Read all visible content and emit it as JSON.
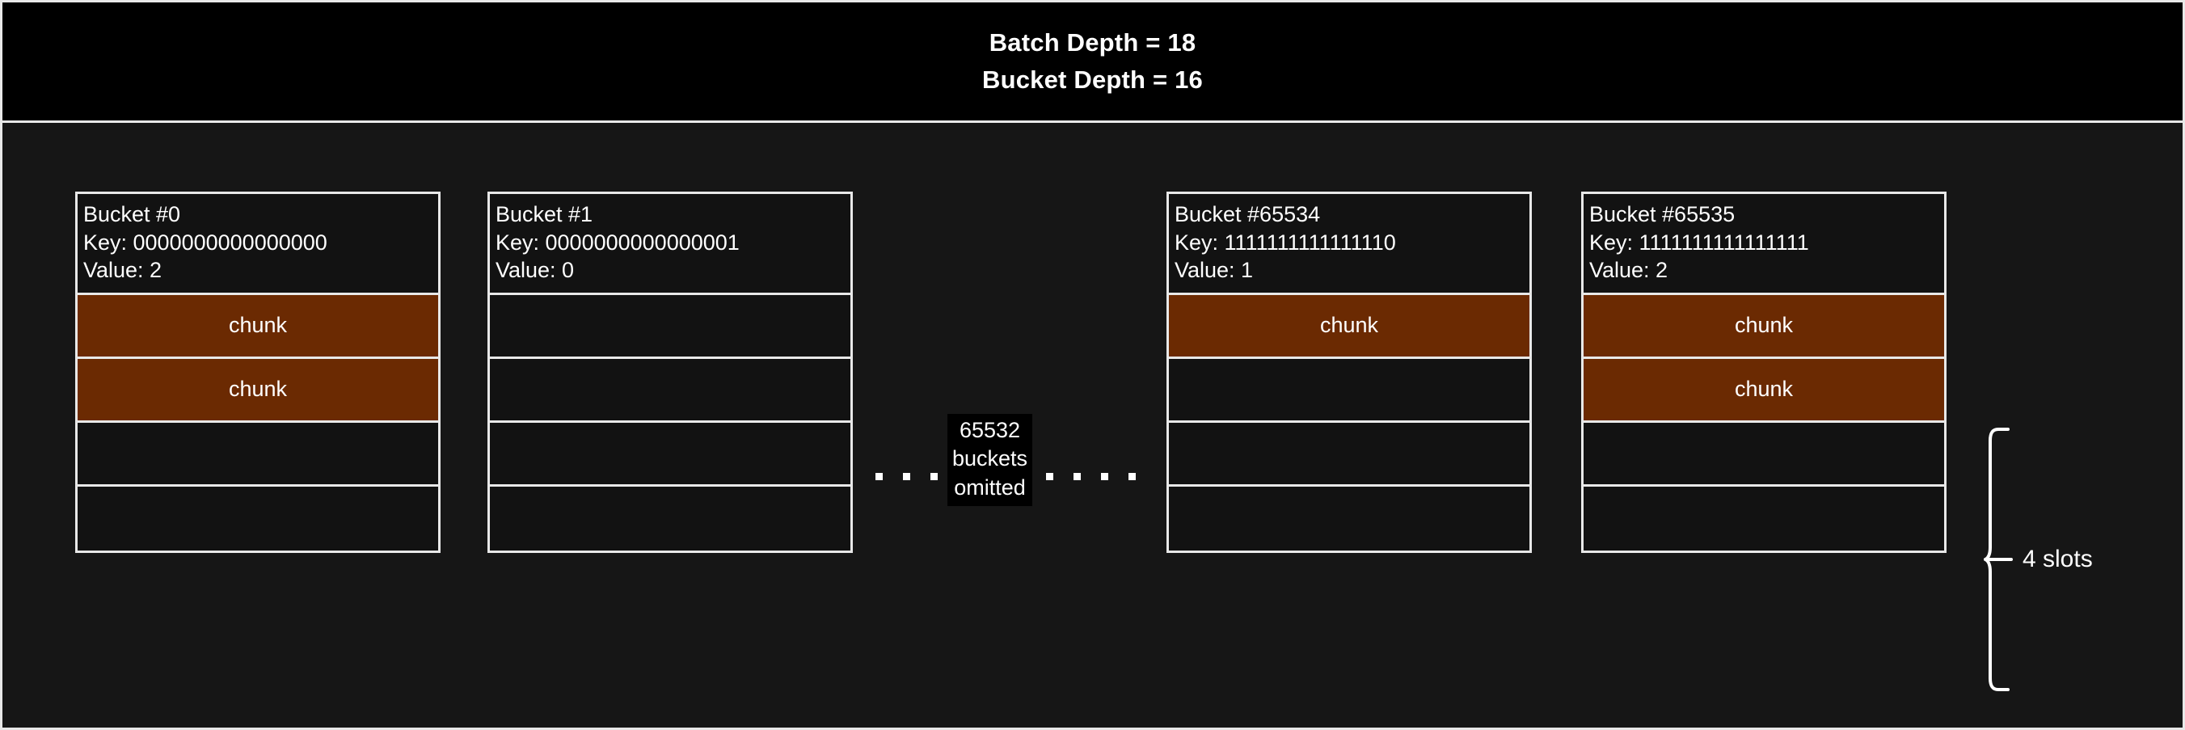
{
  "header": {
    "line1": "Batch Depth = 18",
    "line2": "Bucket Depth = 16"
  },
  "colors": {
    "page_background": "#161616",
    "header_background": "#000000",
    "border": "#e8e8e8",
    "chunk_fill": "#6b2a02",
    "text": "#ffffff"
  },
  "buckets": [
    {
      "title": "Bucket #0",
      "key": "Key: 0000000000000000",
      "value": "Value: 2",
      "slots": [
        {
          "filled": true,
          "label": "chunk"
        },
        {
          "filled": true,
          "label": "chunk"
        },
        {
          "filled": false,
          "label": ""
        },
        {
          "filled": false,
          "label": ""
        }
      ]
    },
    {
      "title": "Bucket #1",
      "key": "Key: 0000000000000001",
      "value": "Value: 0",
      "slots": [
        {
          "filled": false,
          "label": ""
        },
        {
          "filled": false,
          "label": ""
        },
        {
          "filled": false,
          "label": ""
        },
        {
          "filled": false,
          "label": ""
        }
      ]
    },
    {
      "title": "Bucket #65534",
      "key": "Key: 1111111111111110",
      "value": "Value: 1",
      "slots": [
        {
          "filled": true,
          "label": "chunk"
        },
        {
          "filled": false,
          "label": ""
        },
        {
          "filled": false,
          "label": ""
        },
        {
          "filled": false,
          "label": ""
        }
      ]
    },
    {
      "title": "Bucket #65535",
      "key": "Key: 1111111111111111",
      "value": "Value: 2",
      "slots": [
        {
          "filled": true,
          "label": "chunk"
        },
        {
          "filled": true,
          "label": "chunk"
        },
        {
          "filled": false,
          "label": ""
        },
        {
          "filled": false,
          "label": ""
        }
      ]
    }
  ],
  "omitted": {
    "count": "65532",
    "word": "buckets",
    "suffix": "omitted",
    "dot_count_left": 4,
    "dot_count_right": 4
  },
  "brace": {
    "label": "4 slots"
  }
}
